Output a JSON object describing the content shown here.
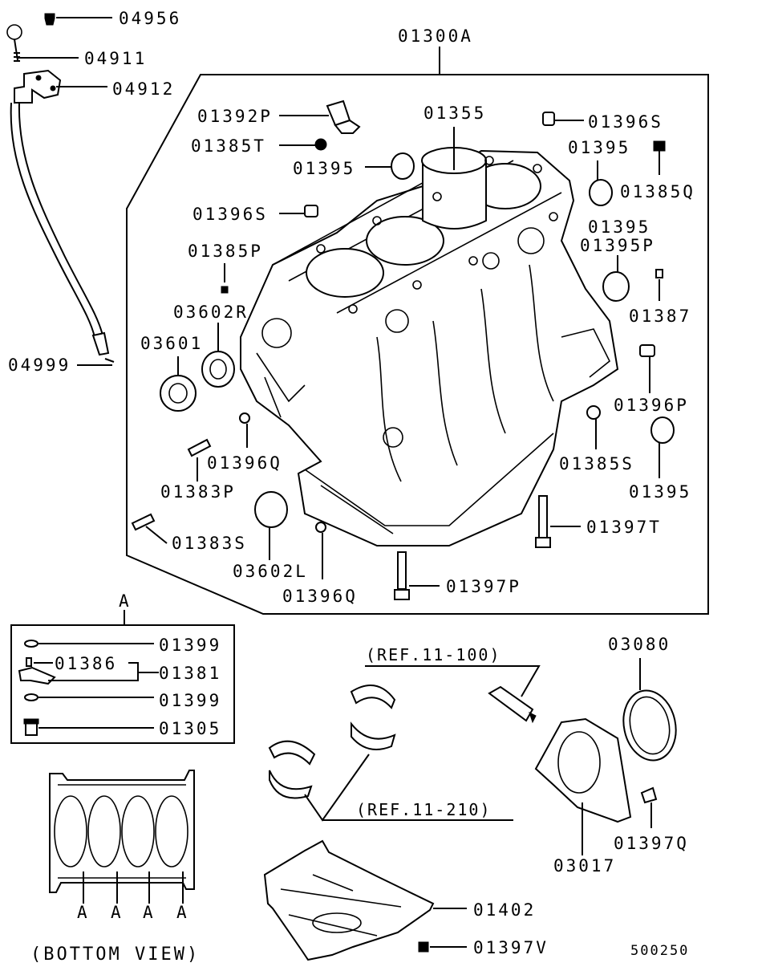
{
  "labels": {
    "p04956": "04956",
    "p04911": "04911",
    "p04912": "04912",
    "p01300A": "01300A",
    "p01392P": "01392P",
    "p01355": "01355",
    "p01396S_top": "01396S",
    "p01385T": "01385T",
    "p01395_a": "01395",
    "p01395_b": "01395",
    "p01385Q": "01385Q",
    "p01396S_mid": "01396S",
    "p01395_c": "01395",
    "p01395P": "01395P",
    "p01385P": "01385P",
    "p01387": "01387",
    "p03602R": "03602R",
    "p03601": "03601",
    "p04999": "04999",
    "p01396P": "01396P",
    "p01396Q_a": "01396Q",
    "p01385S": "01385S",
    "p01383P": "01383P",
    "p01395_d": "01395",
    "p01397T": "01397T",
    "p01383S": "01383S",
    "p03602L": "03602L",
    "p01396Q_b": "01396Q",
    "p01397P": "01397P",
    "p01399_a": "01399",
    "p01386": "01386",
    "p01381": "01381",
    "p01399_b": "01399",
    "p01305": "01305",
    "p03080": "03080",
    "p01397Q": "01397Q",
    "p03017": "03017",
    "p01402": "01402",
    "p01397V": "01397V"
  },
  "refs": {
    "ref_11_100": "(REF.11-100)",
    "ref_11_210": "(REF.11-210)"
  },
  "detail": {
    "marker": "A",
    "view_markers": [
      "A",
      "A",
      "A",
      "A"
    ],
    "bottom_view_caption": "(BOTTOM VIEW)"
  },
  "diagram_code": "500250"
}
